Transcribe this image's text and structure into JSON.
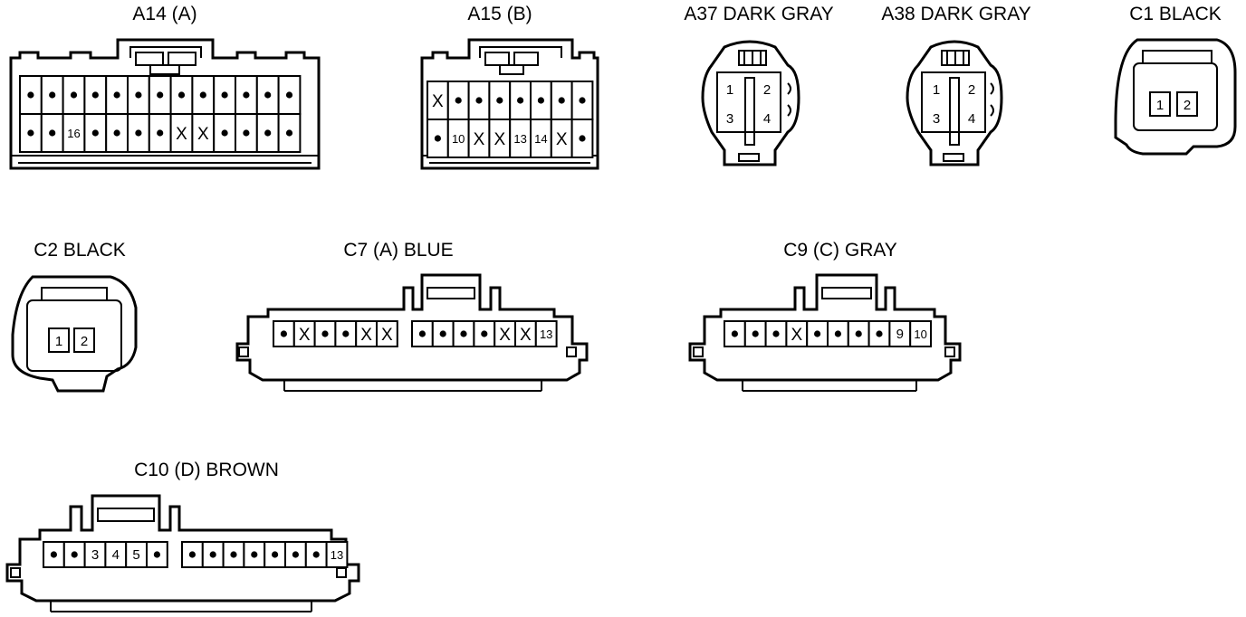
{
  "connectors": [
    {
      "id": "A14",
      "title": "A14 (A)",
      "rows": [
        [
          "•",
          "•",
          "•",
          "•",
          "•",
          "•",
          "•",
          "•",
          "•",
          "•",
          "•",
          "•",
          "•"
        ],
        [
          "•",
          "•",
          "16",
          "•",
          "•",
          "•",
          "•",
          "X",
          "X",
          "•",
          "•",
          "•",
          "•"
        ]
      ]
    },
    {
      "id": "A15",
      "title": "A15 (B)",
      "rows": [
        [
          "X",
          "•",
          "•",
          "•",
          "•",
          "•",
          "•",
          "•"
        ],
        [
          "•",
          "10",
          "X",
          "X",
          "13",
          "14",
          "X",
          "•"
        ]
      ]
    },
    {
      "id": "A37",
      "title": "A37  DARK GRAY",
      "pins": [
        "1",
        "2",
        "3",
        "4"
      ]
    },
    {
      "id": "A38",
      "title": "A38  DARK GRAY",
      "pins": [
        "1",
        "2",
        "3",
        "4"
      ]
    },
    {
      "id": "C1",
      "title": "C1  BLACK",
      "pins": [
        "1",
        "2"
      ]
    },
    {
      "id": "C2",
      "title": "C2  BLACK",
      "pins": [
        "1",
        "2"
      ]
    },
    {
      "id": "C7",
      "title": "C7 (A)  BLUE",
      "groups": [
        [
          "•",
          "X",
          "•",
          "•",
          "X",
          "X"
        ],
        [
          "•",
          "•",
          "•",
          "•",
          "X",
          "X",
          "13"
        ]
      ]
    },
    {
      "id": "C9",
      "title": "C9 (C)  GRAY",
      "groups": [
        [
          "•",
          "•",
          "•",
          "X",
          "•",
          "•",
          "•",
          "•",
          "9",
          "10"
        ]
      ]
    },
    {
      "id": "C10",
      "title": "C10 (D)  BROWN",
      "groups": [
        [
          "•",
          "•",
          "3",
          "4",
          "5",
          "•"
        ],
        [
          "•",
          "•",
          "•",
          "•",
          "•",
          "•",
          "•",
          "13"
        ]
      ]
    }
  ]
}
